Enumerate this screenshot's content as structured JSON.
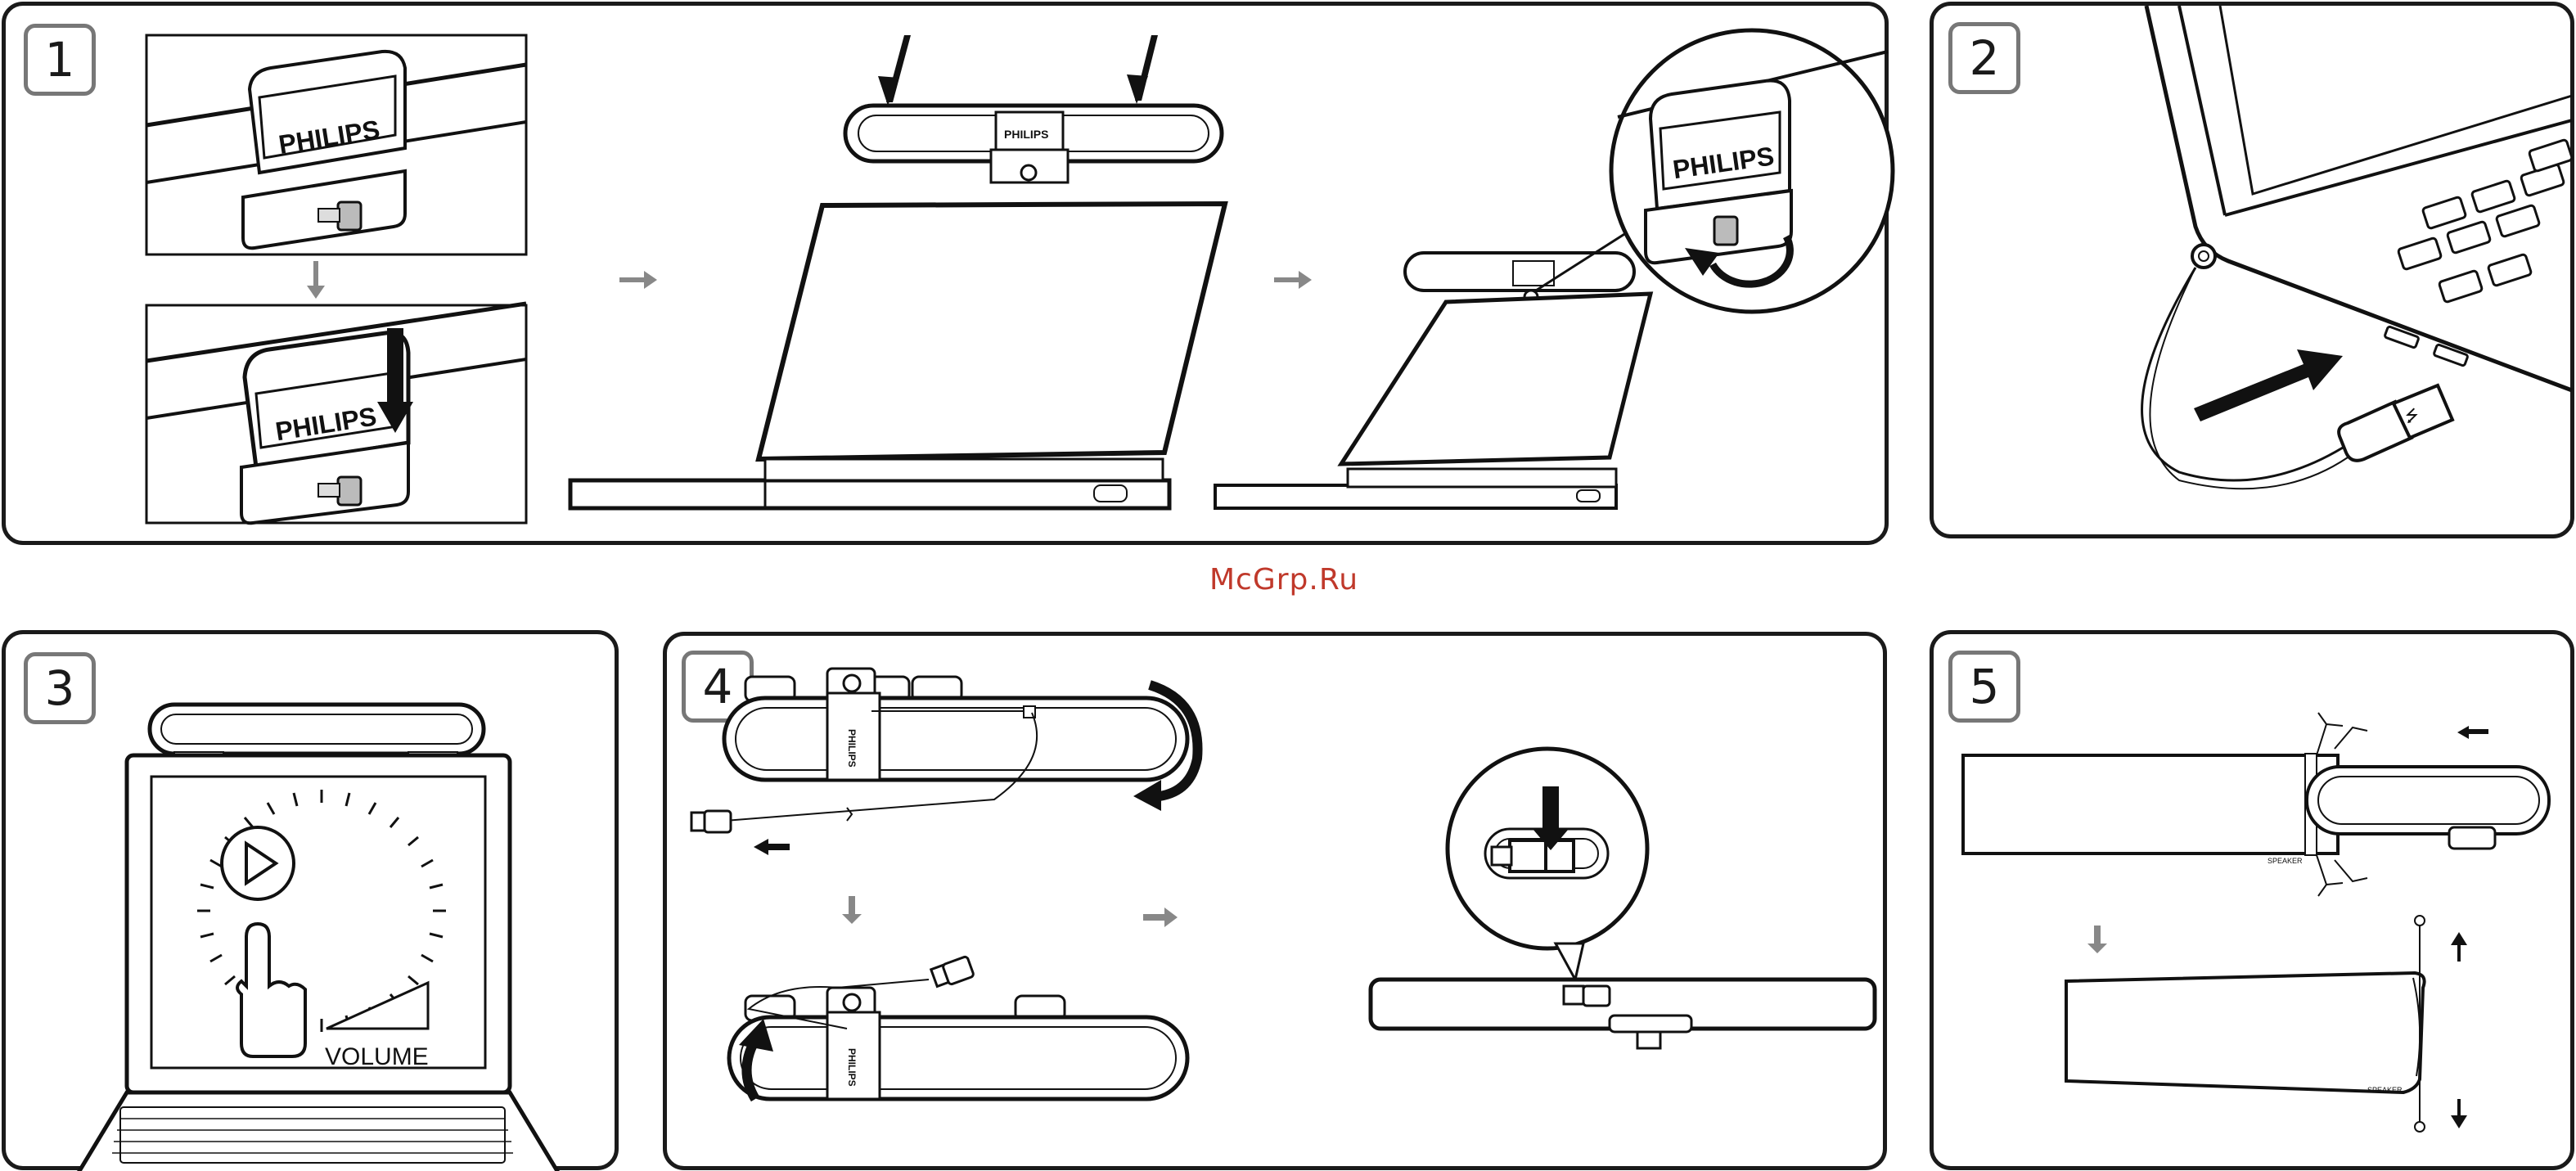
{
  "steps": [
    {
      "number": "1"
    },
    {
      "number": "2"
    },
    {
      "number": "3"
    },
    {
      "number": "4"
    },
    {
      "number": "5"
    }
  ],
  "brand": "PHILIPS",
  "volume_label": "VOLUME",
  "watermark": "McGrp.Ru",
  "usb_symbol": "⭍",
  "pouch_label": "SPEAKER"
}
